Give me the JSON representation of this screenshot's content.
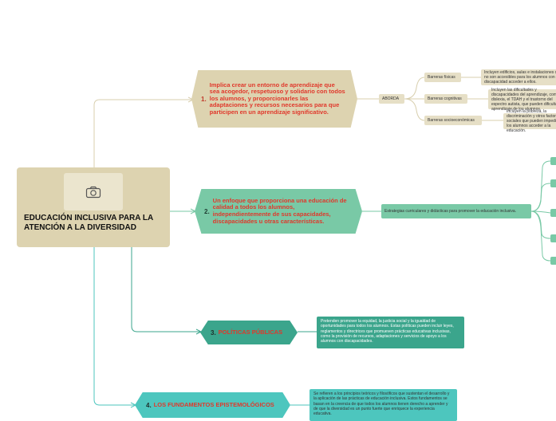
{
  "root": {
    "title": "EDUCACIÓN INCLUSIVA PARA LA ATENCIÓN A LA DIVERSIDAD",
    "image_icon": "camera-icon"
  },
  "branches": [
    {
      "number": "1.",
      "text": "Implica crear un entorno de aprendizaje que sea acogedor, respetuoso y solidario con todos los alumnos, y proporcionarles las adaptaciones y recursos necesarios para que participen en un aprendizaje significativo.",
      "color": "#ddd3b0"
    },
    {
      "number": "2.",
      "text": "Un enfoque que proporciona una educación de calidad a todos los alumnos, independientemente de sus capacidades, discapacidades u otras características.",
      "color": "#79c9a6"
    },
    {
      "number": "3.",
      "text": "POLÍTICAS PÚBLICAS",
      "color": "#3ba58c"
    },
    {
      "number": "4.",
      "text": "LOS FUNDAMENTOS EPISTEMOLÓGICOS",
      "color": "#4dc6be"
    }
  ],
  "branch1_children": {
    "aborda": "ABORDA",
    "items": [
      {
        "label": "Barreras físicas",
        "detail": "Incluyen edificios, aulas e instalaciones que no son accesibles para los alumnos con discapacidad acceder a ellos."
      },
      {
        "label": "Barreras cognitivas",
        "detail": "Incluyen las dificultades y discapacidades del aprendizaje, como la dislexia, el TDAH y el trastorno del espectro autista, que pueden dificultar el aprendizaje de los alumnos."
      },
      {
        "label": "Barreras socioeconómicas",
        "detail": "Incluyen la pobreza, la discriminación y otros factores sociales que pueden impedir a los alumnos acceder a la educación."
      }
    ]
  },
  "branch2_child": "Estrategias curriculares y didácticas para promover la educación inclusiva.",
  "branch3_child": "Pretenden promover la equidad, la justicia social y la igualdad de oportunidades para todos los alumnos. Estas políticas pueden incluir leyes, reglamentos y directrices que promueven prácticas educativas inclusivas, como la provisión de recursos, adaptaciones y servicios de apoyo a los alumnos con discapacidades.",
  "branch4_child": "Se refieren a los principios teóricos y filosóficos que sustentan el desarrollo y la aplicación de las prácticas de educación inclusiva. Estos fundamentos se basan en la creencia de que todos los alumnos tienen derecho a aprender y de que la diversidad es un punto fuerte que enriquece la experiencia educativa."
}
